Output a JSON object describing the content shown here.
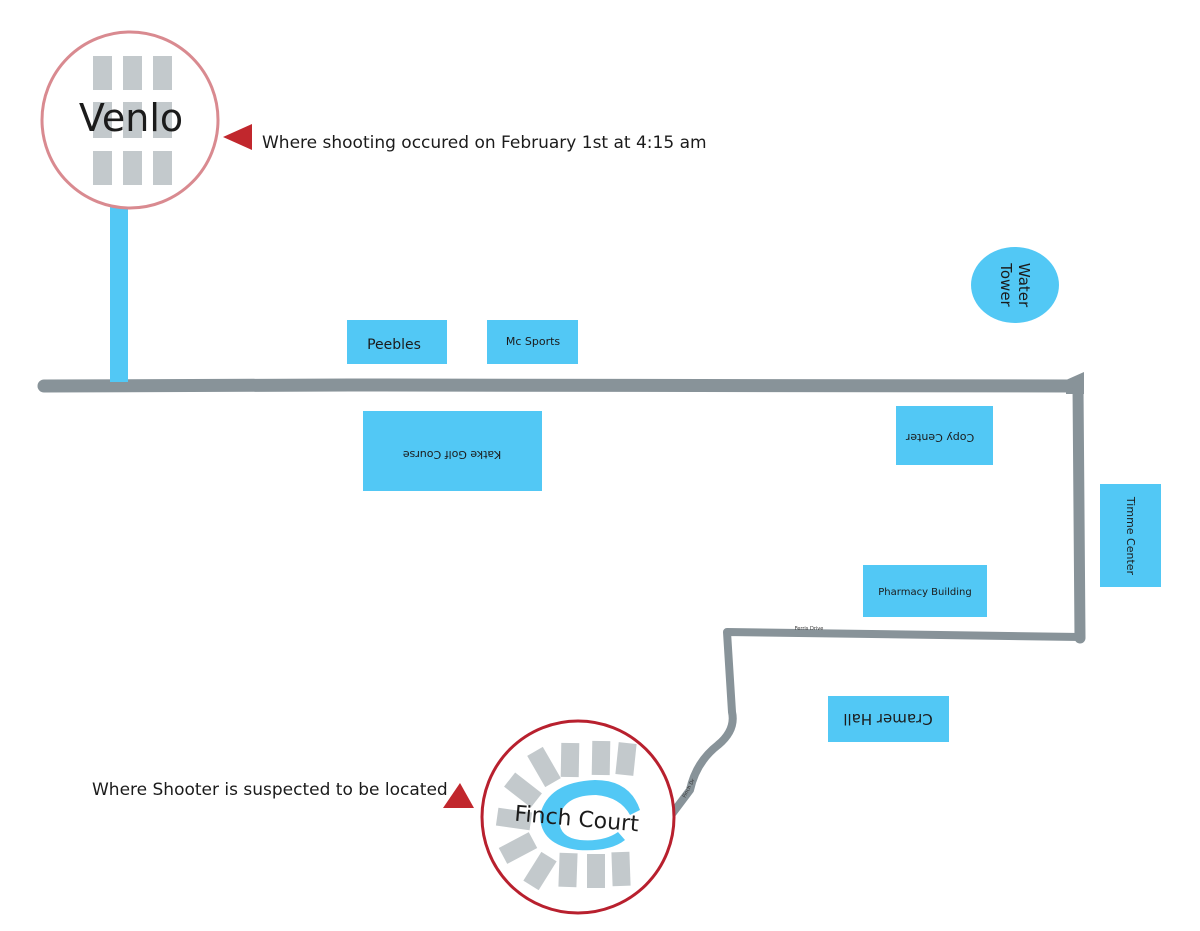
{
  "colors": {
    "building": "#52c8f5",
    "road": "#889399",
    "venlo_ring": "#d98a90",
    "finch_ring": "#b8202e",
    "marker": "#c1272d",
    "block": "#c3c9cc"
  },
  "places": {
    "venlo": "Venlo",
    "finch_court": "Finch Court",
    "water_tower_line1": "Water",
    "water_tower_line2": "Tower",
    "peebles": "Peebles",
    "mc_sports": "Mc Sports",
    "katke": "Katke Golf Course",
    "copy_center": "Copy Center",
    "timme": "Timme Center",
    "pharmacy": "Pharmacy Building",
    "cramer": "Cramer Hall"
  },
  "roads": {
    "ferris_drive": "Ferris Drive",
    "finch_road": "Finch Dr"
  },
  "annotations": {
    "shooting": "Where shooting occured on February 1st at 4:15 am",
    "shooter": "Where Shooter is suspected to be located"
  }
}
